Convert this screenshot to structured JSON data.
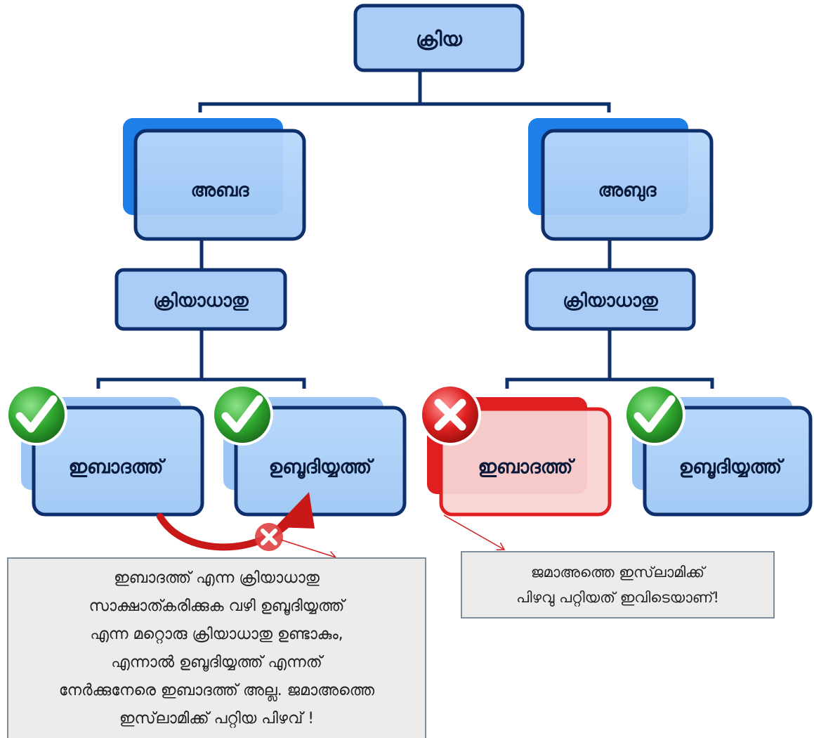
{
  "nodes": {
    "root": "ക്രിയ",
    "left_branch": "അബദ",
    "right_branch": "അബുദ",
    "left_root_word": "ക്രിയാധാതു",
    "right_root_word": "ക്രിയാധാതു",
    "left_leaf_1": "ഇബാദത്ത്",
    "left_leaf_2": "ഉബൂദിയ്യത്ത്",
    "right_leaf_1": "ഇബാദത്ത്",
    "right_leaf_2": "ഉബൂദിയ്യത്ത്"
  },
  "status": {
    "left_leaf_1": "correct",
    "left_leaf_2": "correct",
    "right_leaf_1": "wrong",
    "right_leaf_2": "correct"
  },
  "notes": {
    "left": "ഇബാദത്ത് എന്ന ക്രിയാധാതു\nസാക്ഷാത്കരിക്കുക  വഴി ഉബൂദിയ്യത്ത്\nഎന്ന മറ്റൊരു ക്രിയാധാതു ഉണ്ടാകും,\nഎന്നാൽ ഉബൂദിയ്യത്ത് എന്നത്\nനേർക്കുനേരെ ഇബാദത്ത് അല്ല. ജമാഅത്തെ\nഇസ്‌ലാമിക്ക് പറ്റിയ പിഴവ് !",
    "right": "ജമാഅത്തെ ഇസ്‌ലാമിക്ക്\nപിഴവു പറ്റിയത് ഇവിടെയാണ്!"
  },
  "colors": {
    "node_fill": "#a9cdf7",
    "node_border": "#0d2f6b",
    "shadow_blue": "#1f7fe8",
    "light_shadow": "#9dc6f5",
    "connector": "#0d2f6b",
    "check_green": "#2fa82f",
    "error_red": "#e02020",
    "wrong_fill": "#f8d4d4",
    "arrow_red": "#c81818"
  },
  "icons": {
    "correct": "check-mark-icon",
    "wrong": "cross-mark-icon"
  }
}
